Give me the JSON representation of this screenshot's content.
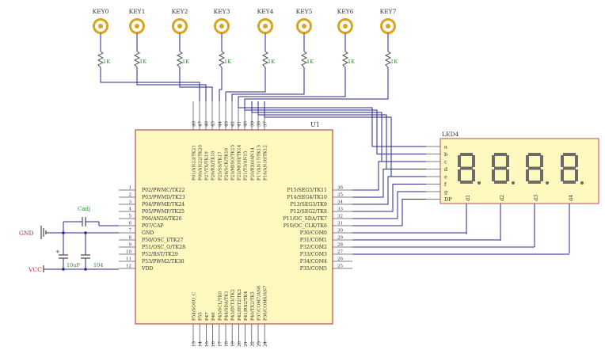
{
  "keys": {
    "labels": [
      "KEY0",
      "KEY1",
      "KEY2",
      "KEY3",
      "KEY4",
      "KEY5",
      "KEY6",
      "KEY7"
    ],
    "resistor_label": "1K"
  },
  "chip": {
    "name": "U1",
    "top_pin_numbers": [
      "48",
      "47",
      "46",
      "45",
      "44",
      "43",
      "42",
      "41",
      "40",
      "39",
      "38",
      "37"
    ],
    "top_pin_labels": [
      "P01/AN23/TK21",
      "P00/AN22/TK20",
      "P27/TX/TK19",
      "P26/RX/TK18",
      "P25/SS/TK17",
      "P24/SCK/TK16",
      "P23/MISO/TK15",
      "P22/MOSI/TK14",
      "P21/T3/AN15",
      "P20/RX0/AN14",
      "P17/AN17/TK13",
      "P16/AN16/TK12"
    ],
    "left_pin_numbers": [
      "1",
      "2",
      "3",
      "4",
      "5",
      "6",
      "7",
      "8",
      "9",
      "10",
      "11",
      "12"
    ],
    "left_pin_labels": [
      "P02/PWMC/TK22",
      "P03/PWMD/TK23",
      "P04/PWME/TK24",
      "P05/PWMF/TK25",
      "P06/AN26/TK26",
      "P07/CAP",
      "GND",
      "P50/OSC_I/TK27",
      "P51/OSC_O/TK28",
      "P52/RST/TK29",
      "P53/PWM2/TK30",
      "VDD"
    ],
    "right_pin_numbers": [
      "36",
      "35",
      "34",
      "33",
      "32",
      "31",
      "30",
      "29",
      "28",
      "27",
      "26",
      "25"
    ],
    "right_pin_labels": [
      "P15/SEG5/TK11",
      "P14/SEG4/TK10",
      "P13/SEG3/TK9",
      "P12/SEG2/TK8",
      "P11/OC_SDA/TK7",
      "P10/OC_CLK/TK6",
      "P30/COM0",
      "P31/COM1",
      "P32/COM2",
      "P33/COM3",
      "P34/COM4",
      "P35/COM5"
    ],
    "bottom_pin_numbers": [
      "13",
      "14",
      "15",
      "16",
      "17",
      "18",
      "19",
      "20",
      "21",
      "22",
      "23",
      "24"
    ],
    "bottom_pin_labels": [
      "P54/SOSO_C",
      "P55",
      "P47",
      "P46",
      "P45/SCL/TK0",
      "P44/SDA/TK1",
      "P43/INT3/TK2",
      "P42/INT2/TK3",
      "P41/RX2/TK4",
      "P40/TX2/TK5",
      "P37/COM7/AN6",
      "P36/COM6/AN7"
    ]
  },
  "led": {
    "name": "LED4",
    "segment_labels": [
      "a",
      "b",
      "c",
      "d",
      "e",
      "f",
      "g",
      "DP"
    ],
    "digit_labels": [
      "d1",
      "d2",
      "d3",
      "d4"
    ]
  },
  "power": {
    "gnd_label": "GND",
    "vcc_label": "VCC",
    "cap1_label": "Cadj",
    "cap2_label": "10uF",
    "cap3_label": "104"
  },
  "colors": {
    "chip_fill": "#fff8bf",
    "chip_stroke": "#b05050",
    "wire": "#2a2a8a",
    "pin_line": "#555555",
    "key_gold": "#d9a520",
    "resistor_label": "#2f8a2f",
    "led_segment": "#6b6b6b",
    "power": "#b03030"
  }
}
